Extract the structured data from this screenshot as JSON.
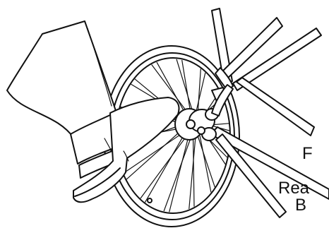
{
  "diagram": {
    "caption_lines": [
      "F",
      "Rea",
      "B"
    ],
    "colors": {
      "ink": "#111111",
      "background": "#ffffff"
    },
    "parts": [
      "wheel-rim",
      "wheel-spokes",
      "wheel-hub",
      "foot-in-shoe",
      "trouser-leg",
      "frame-tubes",
      "quick-release-lever"
    ]
  }
}
